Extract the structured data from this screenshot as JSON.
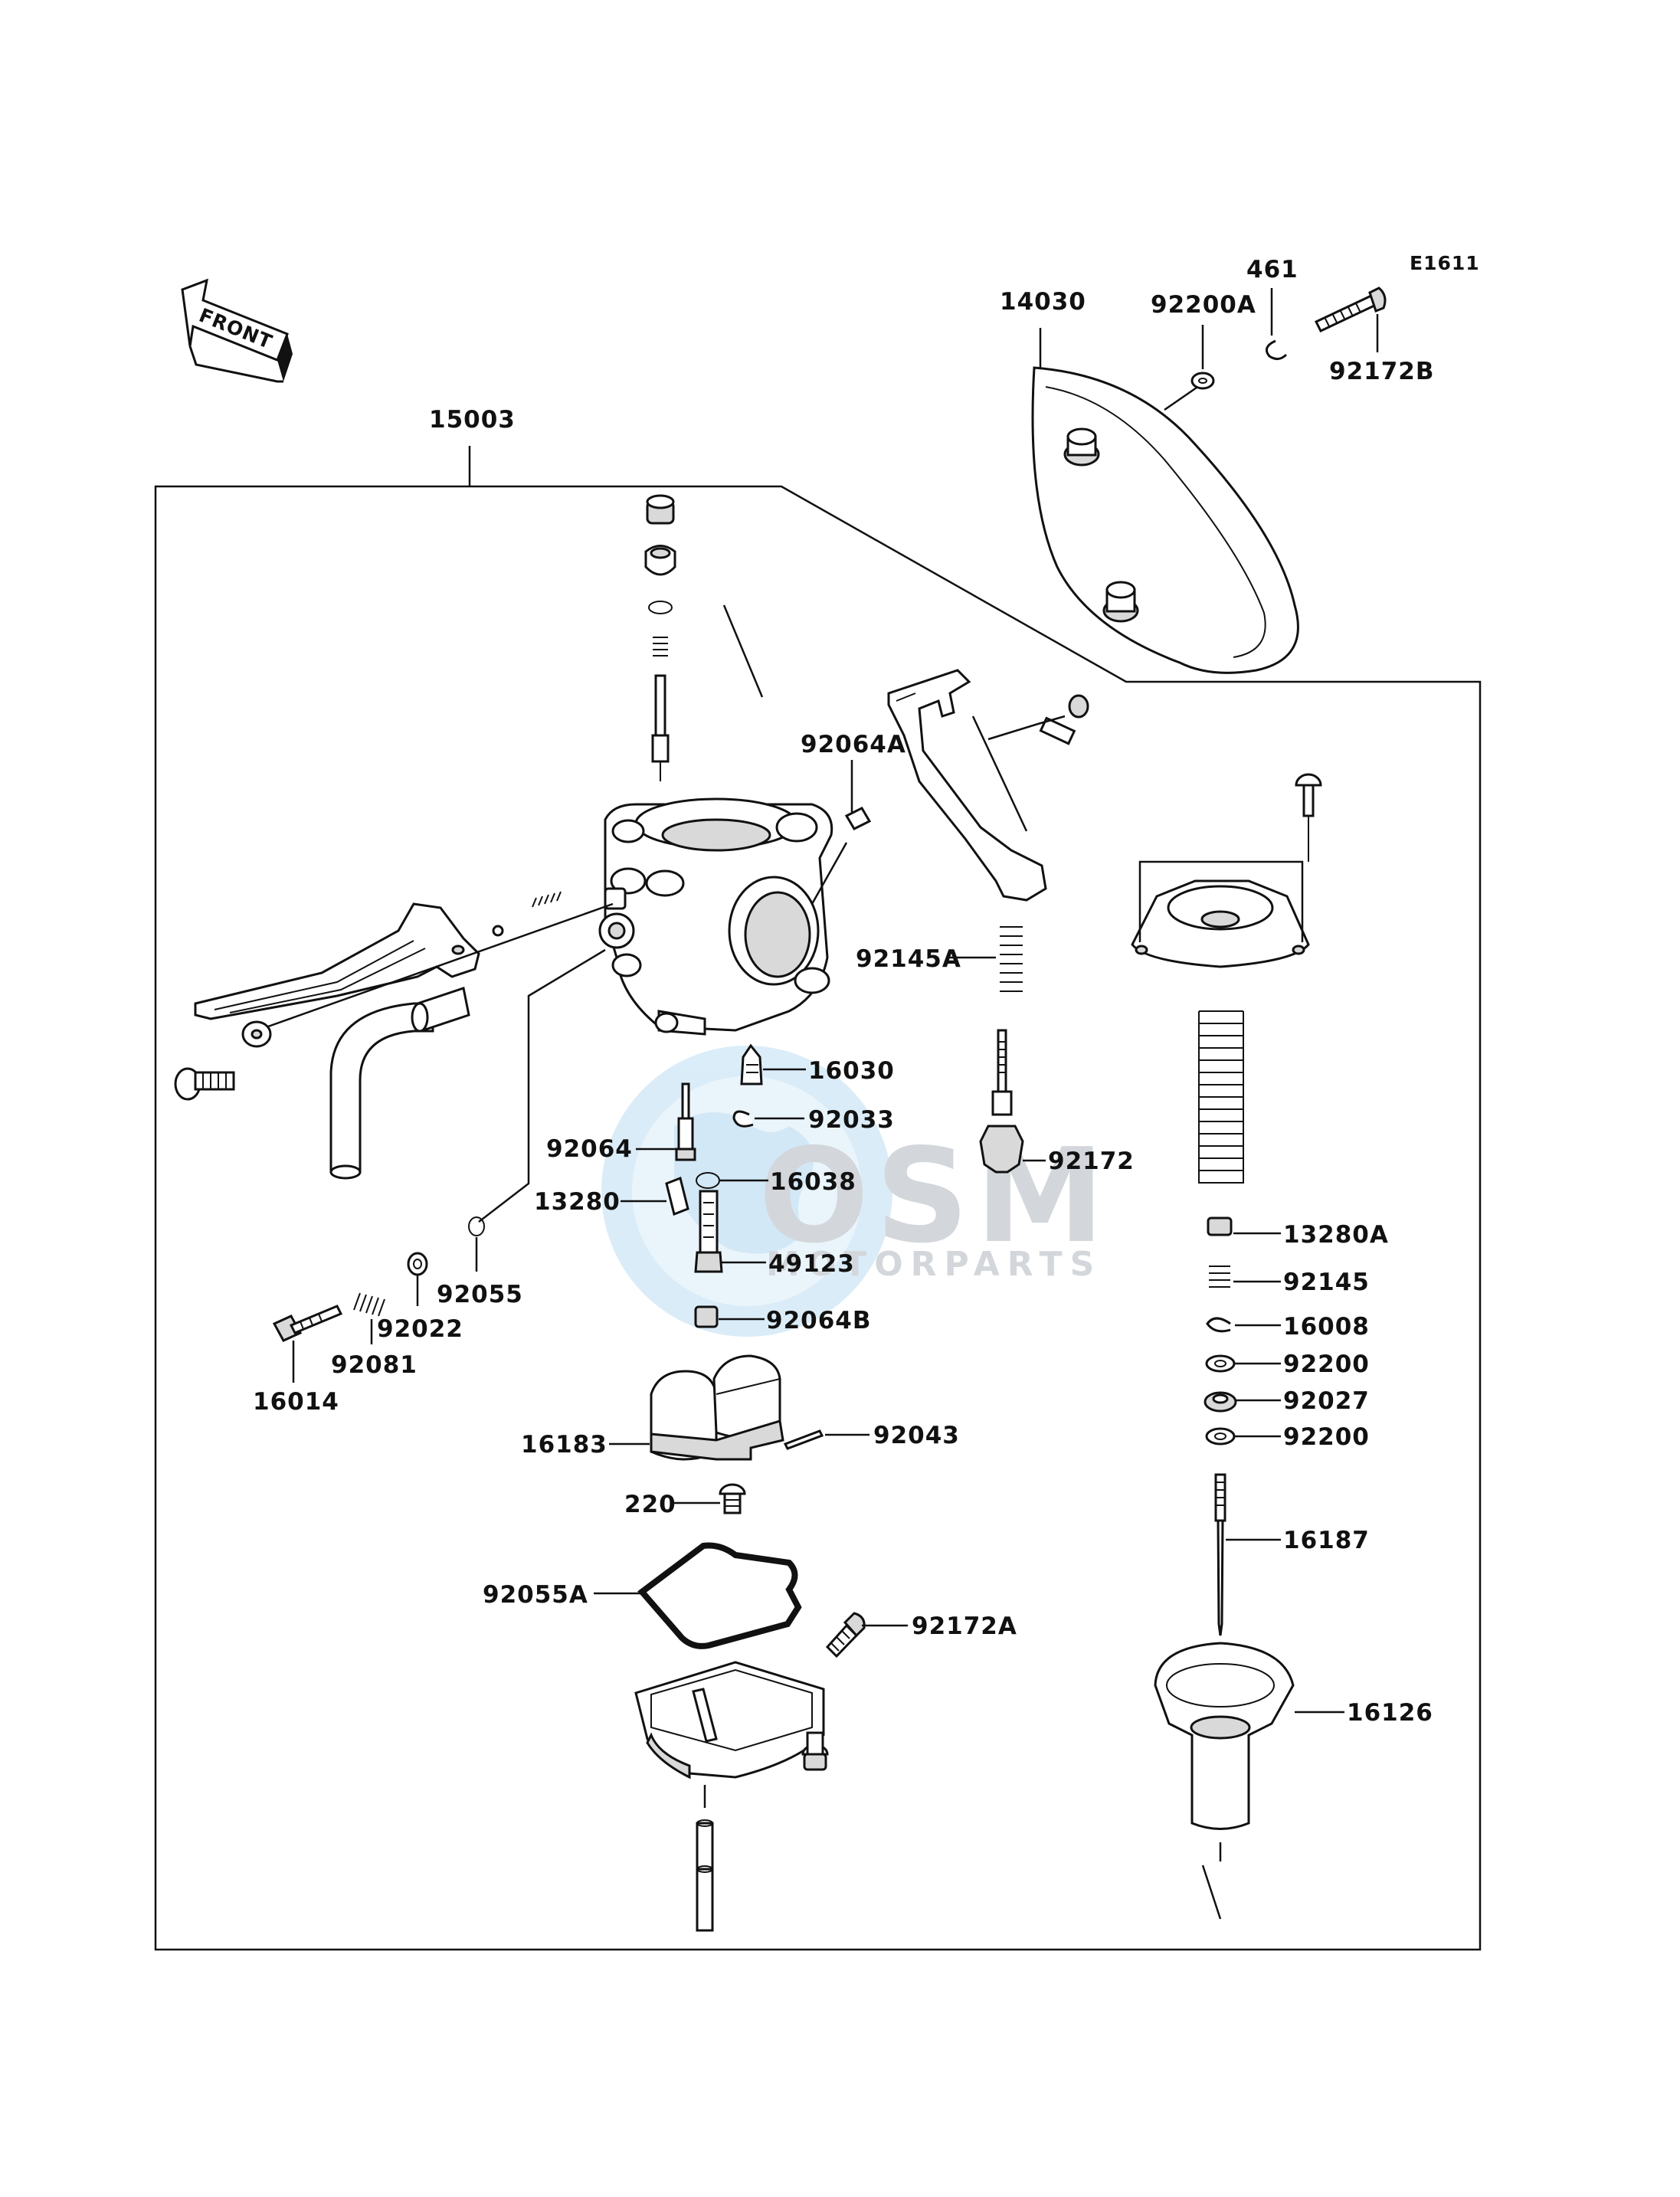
{
  "diagram_code": "E1611",
  "front_label": "FRONT",
  "watermark": {
    "brand": "OSM",
    "sub": "MOTORPARTS"
  },
  "colors": {
    "line": "#111111",
    "watermark_blue": "#cde6f5",
    "watermark_gray": "#cfd3d8"
  },
  "parts": {
    "p15003": "15003",
    "p14030": "14030",
    "p92200A": "92200A",
    "p461": "461",
    "p92172B": "92172B",
    "p92064A": "92064A",
    "p92145A": "92145A",
    "p16030": "16030",
    "p92033": "92033",
    "p92064": "92064",
    "p16038": "16038",
    "p13280": "13280",
    "p49123": "49123",
    "p92064B": "92064B",
    "p92055": "92055",
    "p92022": "92022",
    "p92081": "92081",
    "p16014": "16014",
    "p92172": "92172",
    "p13280A": "13280A",
    "p92145": "92145",
    "p16008": "16008",
    "p92200_1": "92200",
    "p92027": "92027",
    "p92200_2": "92200",
    "p16187": "16187",
    "p16126": "16126",
    "p16183": "16183",
    "p92043": "92043",
    "p220": "220",
    "p92055A": "92055A",
    "p92172A": "92172A"
  }
}
